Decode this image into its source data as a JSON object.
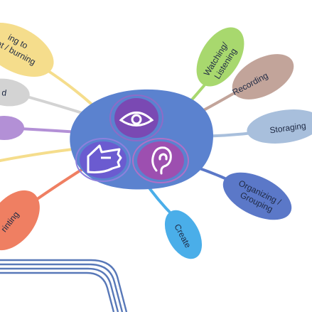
{
  "diagram": {
    "hub": {
      "icons": [
        "eye-icon",
        "hand-icon",
        "ear-icon"
      ],
      "colors": {
        "hub_fill": "#5b82cf",
        "eye_bg": "#7a49b3",
        "hand_bg": "#6b5bd0",
        "ear_bg": "#9d4fb0",
        "icon_stroke": "#ffffff"
      }
    },
    "branches": [
      {
        "id": "watching-listening",
        "lines": [
          "Watching/",
          "Listening"
        ],
        "color": "#a8d86e"
      },
      {
        "id": "recording",
        "lines": [
          "Recording"
        ],
        "color": "#c2a49a"
      },
      {
        "id": "storaging",
        "lines": [
          "Storaging"
        ],
        "color": "#a8bfdc"
      },
      {
        "id": "organizing-grouping",
        "lines": [
          "Organizing /",
          "Grouping"
        ],
        "color": "#5b78c8"
      },
      {
        "id": "create",
        "lines": [
          "Create"
        ],
        "color": "#4aaee9"
      },
      {
        "id": "printing",
        "lines": [
          "rinting"
        ],
        "color": "#ef7f62"
      },
      {
        "id": "purple-leaf",
        "lines": [
          ""
        ],
        "color": "#b390d6"
      },
      {
        "id": "grey-leaf",
        "lines": [
          "d"
        ],
        "color": "#d3d3d3"
      },
      {
        "id": "yellow-leaf",
        "lines": [
          "ing to",
          "hat / burning"
        ],
        "color": "#f5dd8c"
      }
    ],
    "decoration": {
      "stripe_color": "#5878b8"
    }
  }
}
